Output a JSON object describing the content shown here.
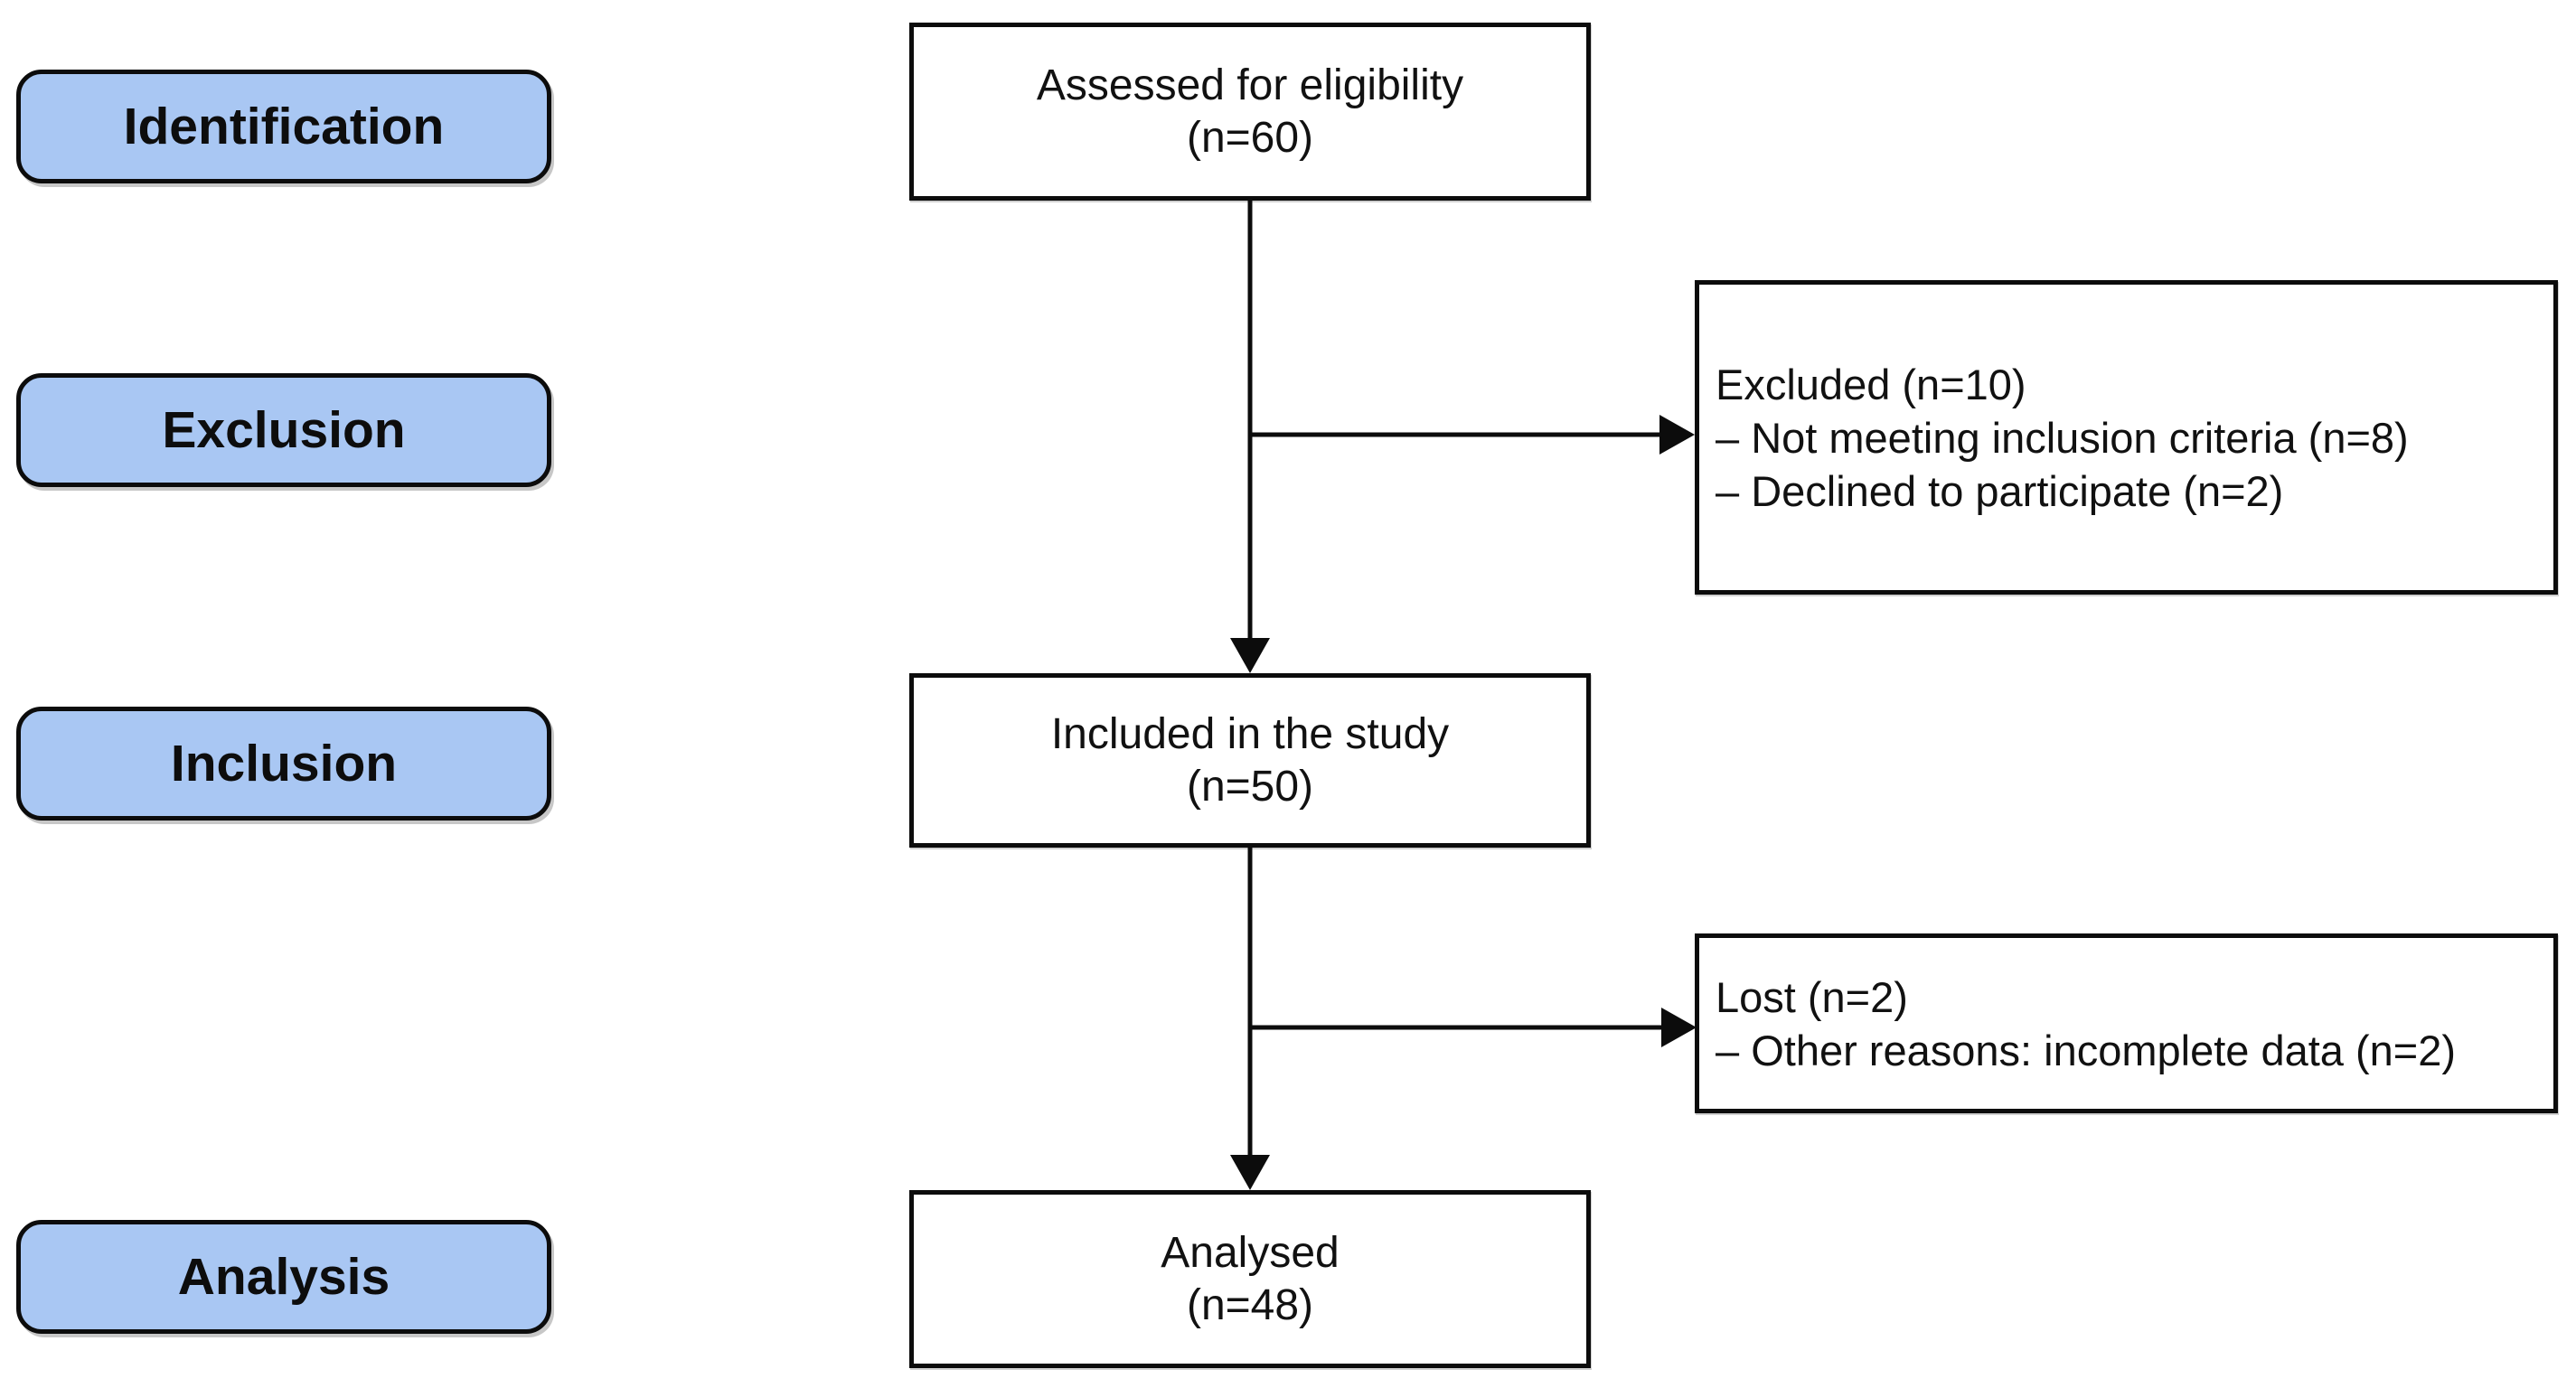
{
  "palette": {
    "badge_fill": "#a9c7f3",
    "badge_border": "#0c0c0c",
    "box_border": "#0c0c0c",
    "line_color": "#0c0c0c",
    "background": "#ffffff",
    "text_color": "#111111"
  },
  "stages": [
    {
      "label": "Identification"
    },
    {
      "label": "Exclusion"
    },
    {
      "label": "Inclusion"
    },
    {
      "label": "Analysis"
    }
  ],
  "flow": {
    "assessed": {
      "line1": "Assessed for eligibility",
      "line2": "(n=60)"
    },
    "included": {
      "line1": "Included in the study",
      "line2": "(n=50)"
    },
    "analysed": {
      "line1": "Analysed",
      "line2": "(n=48)"
    },
    "excluded": {
      "title": "Excluded (n=10)",
      "items": [
        "– Not meeting inclusion criteria (n=8)",
        "– Declined to participate (n=2)"
      ]
    },
    "lost": {
      "title": "Lost (n=2)",
      "items": [
        "– Other reasons: incomplete data (n=2)"
      ]
    }
  }
}
